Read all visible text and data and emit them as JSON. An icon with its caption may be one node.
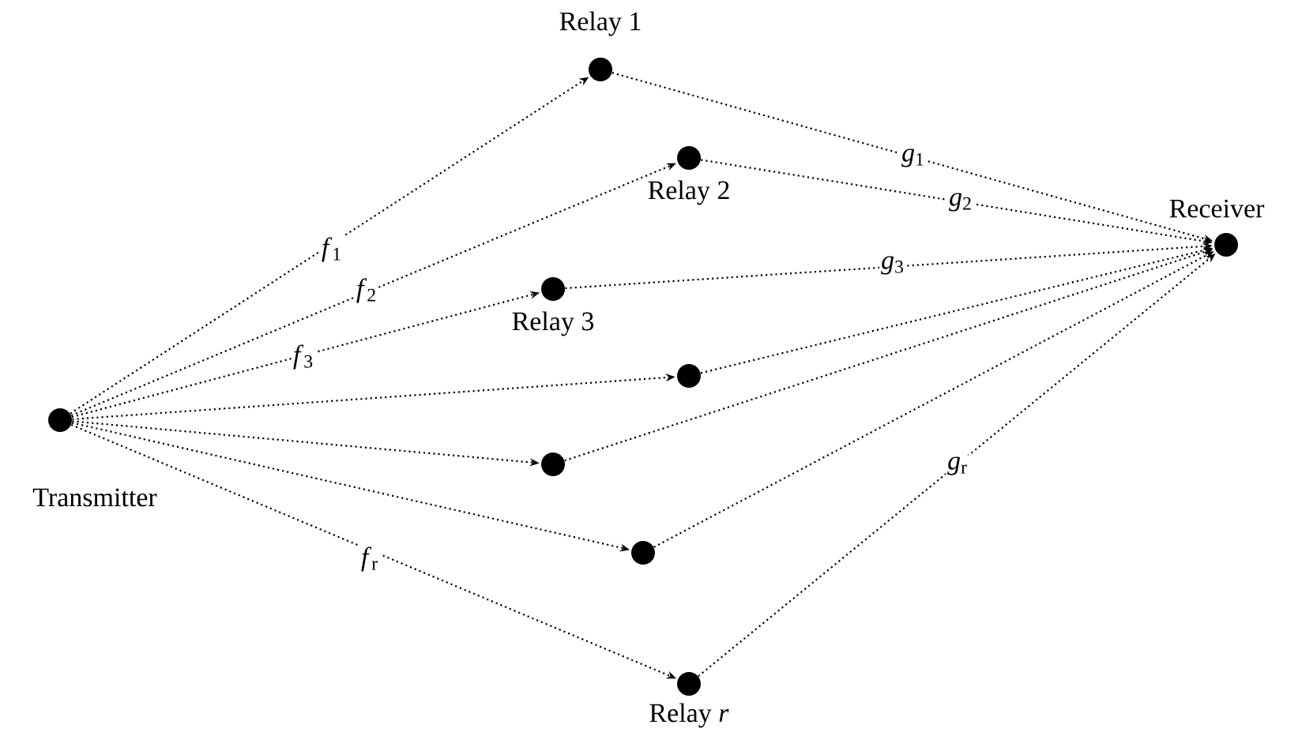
{
  "diagram": {
    "nodes": [
      {
        "text": [
          "Transmitter"
        ]
      },
      {
        "text": [
          "Relay 1"
        ]
      },
      {
        "text": [
          "Relay 2"
        ]
      },
      {
        "text": [
          "Relay 3"
        ]
      },
      {
        "text": [],
        "shape": "circle"
      },
      {
        "text": [],
        "shape": "circle"
      },
      {
        "text": [],
        "shape": "circle"
      },
      {
        "text": [
          "Relay *r*"
        ]
      },
      {
        "text": [
          "Receiver"
        ]
      }
    ],
    "edges": [
      {
        "from": 0,
        "to": 1,
        "arrow": "to",
        "label": "*f*$_{1}$"
      },
      {
        "from": 0,
        "to": 2,
        "arrow": "to",
        "label": "*f*$_{2}$"
      },
      {
        "from": 0,
        "to": 3,
        "arrow": "to",
        "label": "*f*$_{3}$"
      },
      {
        "from": 0,
        "to": 4,
        "arrow": "to"
      },
      {
        "from": 0,
        "to": 5,
        "arrow": "to"
      },
      {
        "from": 0,
        "to": 6,
        "arrow": "to"
      },
      {
        "from": 0,
        "to": 7,
        "arrow": "to",
        "label": "*f*$_{r}$"
      },
      {
        "from": 1,
        "to": 8,
        "arrow": "to",
        "label": "*g*$_{1}$"
      },
      {
        "from": 2,
        "to": 8,
        "arrow": "to",
        "label": "*g*$_{2}$"
      },
      {
        "from": 3,
        "to": 8,
        "arrow": "to",
        "label": "*g*$_{3}$"
      },
      {
        "from": 4,
        "to": 8,
        "arrow": "to"
      },
      {
        "from": 5,
        "to": 8,
        "arrow": "to"
      },
      {
        "from": 6,
        "to": 8,
        "arrow": "to"
      },
      {
        "from": 7,
        "to": 8,
        "arrow": "to",
        "label": "*g*$_{r}$"
      }
    ]
  }
}
